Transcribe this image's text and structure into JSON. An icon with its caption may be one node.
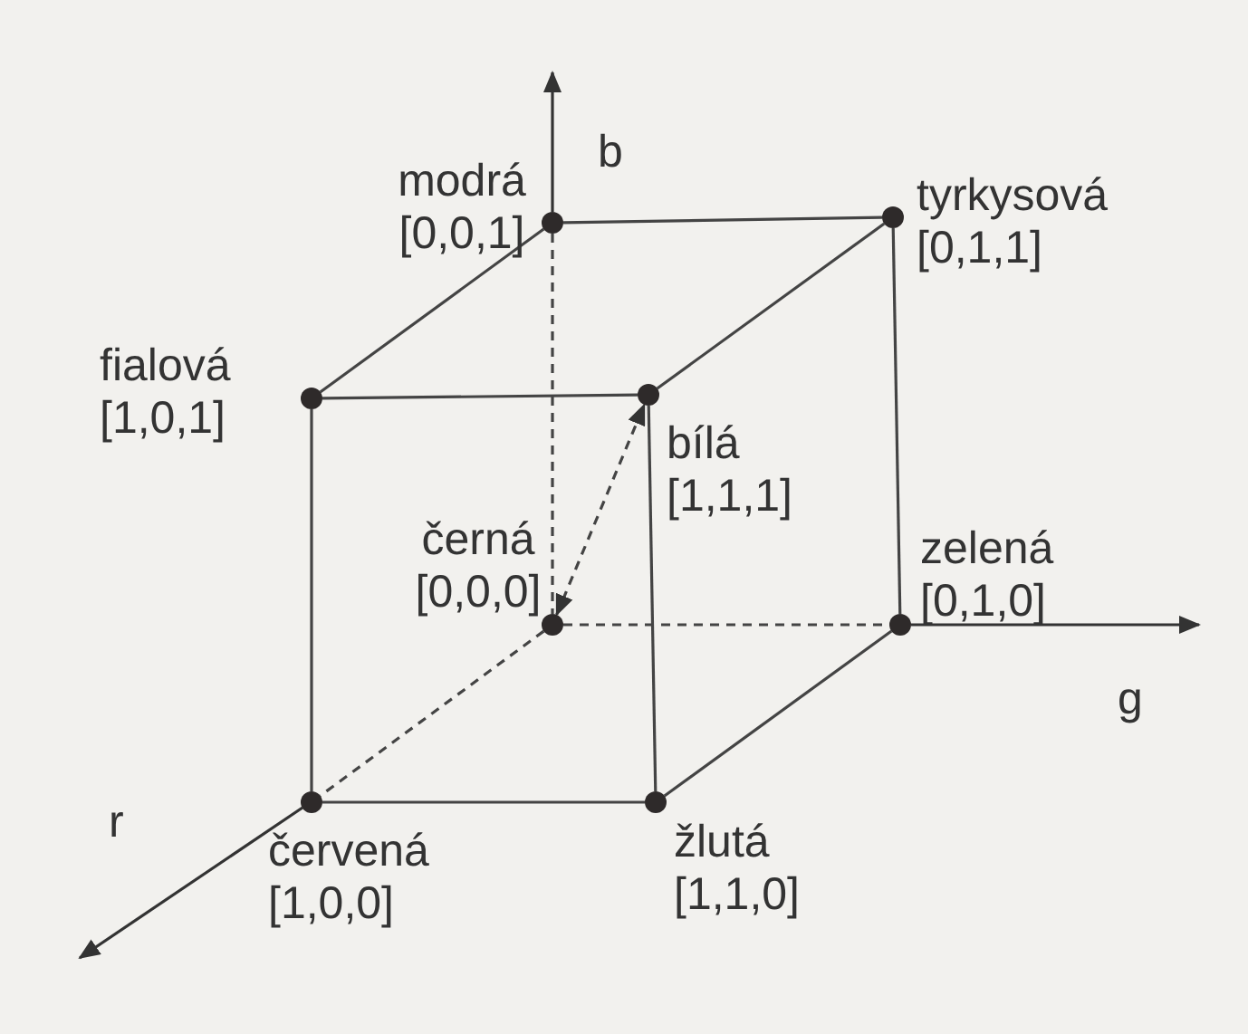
{
  "diagram": {
    "nodes": [
      {
        "text": [
          "modrá",
          "[0,0,1]"
        ]
      },
      {
        "text": [
          "tyrkysová",
          "[0,1,1]"
        ]
      },
      {
        "text": [
          "fialová",
          "[1,0,1]"
        ]
      },
      {
        "text": [
          "bílá",
          "[1,1,1]"
        ]
      },
      {
        "text": [
          "černá",
          "[0,0,0]"
        ]
      },
      {
        "text": [
          "zelená",
          "[0,1,0]"
        ]
      },
      {
        "text": [
          "červená",
          "[1,0,0]"
        ]
      },
      {
        "text": [
          "žlutá",
          "[1,1,0]"
        ]
      }
    ],
    "edges": [
      {
        "from": 0,
        "to": 1,
        "arrow": "none"
      },
      {
        "from": 0,
        "to": 2,
        "arrow": "none"
      },
      {
        "from": 1,
        "to": 3,
        "arrow": "none"
      },
      {
        "from": 2,
        "to": 3,
        "arrow": "none"
      },
      {
        "from": 1,
        "to": 5,
        "arrow": "none"
      },
      {
        "from": 2,
        "to": 6,
        "arrow": "none"
      },
      {
        "from": 3,
        "to": 7,
        "arrow": "none"
      },
      {
        "from": 6,
        "to": 7,
        "arrow": "none"
      },
      {
        "from": 7,
        "to": 5,
        "arrow": "none"
      },
      {
        "from": 0,
        "to": 4,
        "arrow": "none",
        "style": "dashed"
      },
      {
        "from": 4,
        "to": 5,
        "arrow": "none",
        "style": "dashed"
      },
      {
        "from": 4,
        "to": 6,
        "arrow": "none",
        "style": "dashed"
      },
      {
        "from": 4,
        "to": 3,
        "arrow": "both",
        "style": "dashed"
      }
    ],
    "labels": [
      "b",
      "g",
      "r"
    ]
  }
}
